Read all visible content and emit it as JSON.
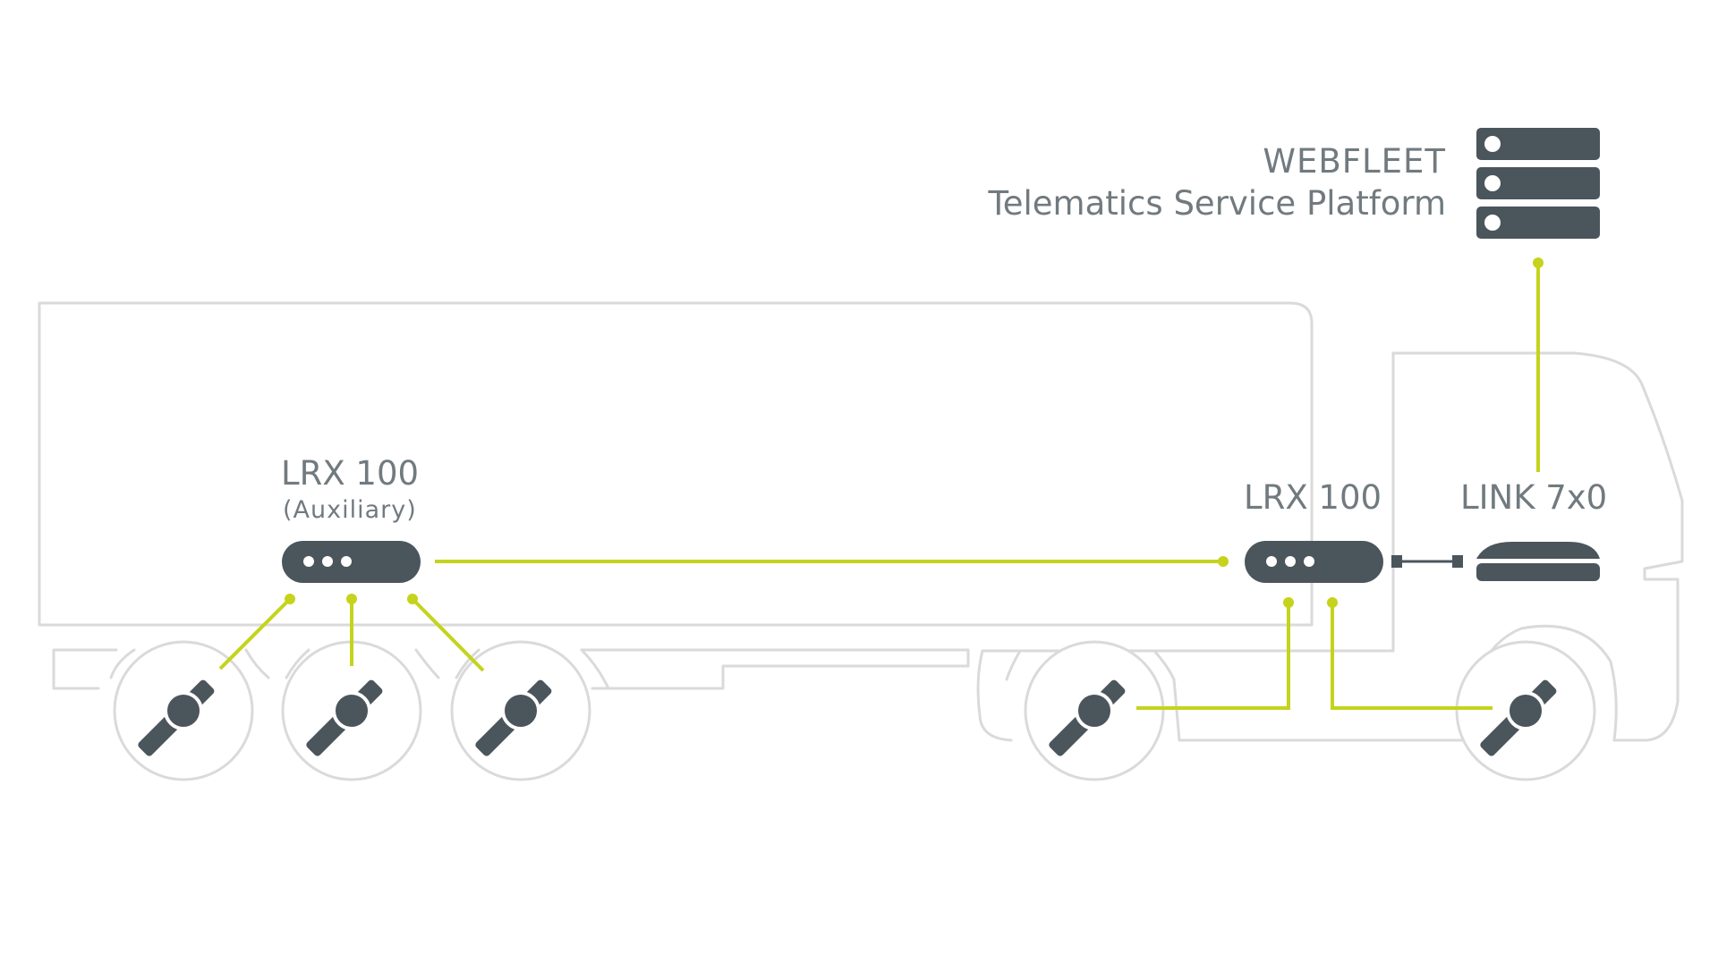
{
  "diagram": {
    "platform": {
      "title": "WEBFLEET",
      "subtitle": "Telematics Service Platform",
      "icon": "server-stack-icon"
    },
    "aux_receiver": {
      "name": "LRX 100",
      "qualifier": "(Auxiliary)",
      "icon": "receiver-icon"
    },
    "receiver": {
      "name": "LRX 100",
      "icon": "receiver-icon"
    },
    "link_device": {
      "name": "LINK 7x0",
      "icon": "telematics-box-icon"
    },
    "tire_sensor_icon": "tire-pressure-sensor-icon",
    "colors": {
      "device": "#4b555c",
      "connection": "#c5d31c",
      "outline": "#dadada",
      "label": "#717a7f"
    }
  }
}
